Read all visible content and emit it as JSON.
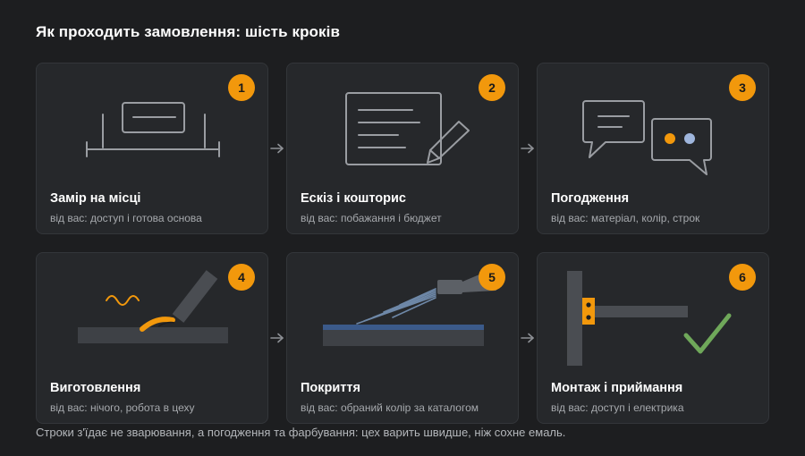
{
  "title": "Як проходить замовлення: шість кроків",
  "steps": [
    {
      "number": "1",
      "title": "Замір на місці",
      "subtitle": "від вас: доступ і готова основа",
      "icon": "measure-icon"
    },
    {
      "number": "2",
      "title": "Ескіз і кошторис",
      "subtitle": "від вас: побажання і бюджет",
      "icon": "sketch-icon"
    },
    {
      "number": "3",
      "title": "Погодження",
      "subtitle": "від вас: матеріал, колір, строк",
      "icon": "chat-icon"
    },
    {
      "number": "4",
      "title": "Виготовлення",
      "subtitle": "від вас: нічого, робота в цеху",
      "icon": "welding-icon"
    },
    {
      "number": "5",
      "title": "Покриття",
      "subtitle": "від вас: обраний колір за каталогом",
      "icon": "spray-icon"
    },
    {
      "number": "6",
      "title": "Монтаж і приймання",
      "subtitle": "від вас: доступ і електрика",
      "icon": "install-check-icon"
    }
  ],
  "footnote": "Строки з'їдає не зварювання, а погодження та фарбування: цех варить швидше, ніж сохне емаль.",
  "colors": {
    "accent": "#f2980c",
    "check": "#6fa85a",
    "card": "#26282b",
    "background": "#1d1e20"
  }
}
